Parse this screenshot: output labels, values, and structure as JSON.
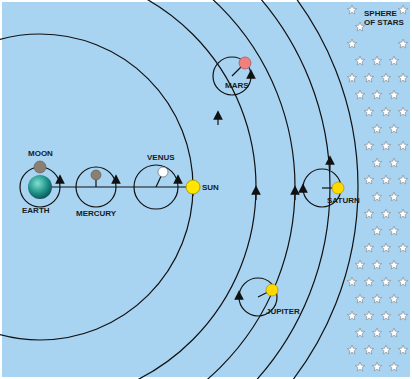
{
  "diagram": {
    "labels": [
      "SPHERE OF STARS",
      "MARS",
      "MOON",
      "VENUS",
      "EARTH",
      "MERCURY",
      "SUN",
      "SATURN",
      "JUPITER"
    ]
  }
}
